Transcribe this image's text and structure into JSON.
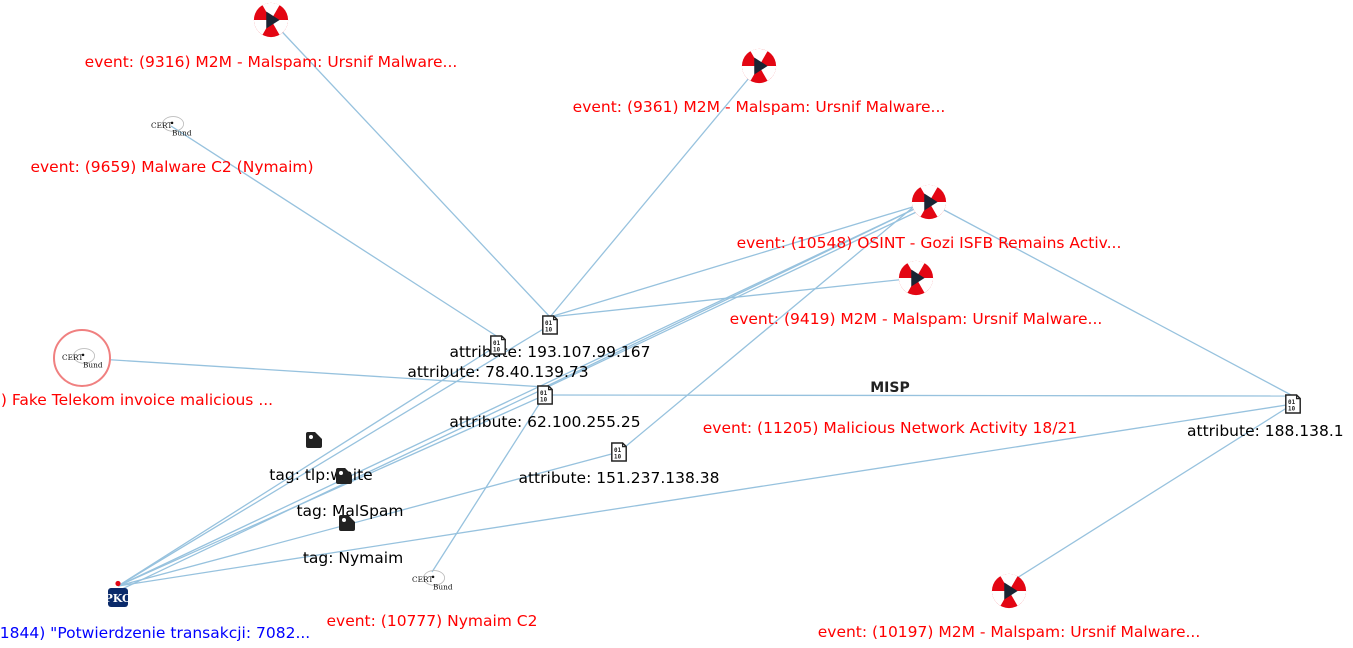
{
  "graph": {
    "colors": {
      "edge": "#97c2de",
      "event_label": "#ff0000",
      "attribute_label": "#000000",
      "tag_label": "#000000",
      "org_label": "#0000ff",
      "selection_ring": "#f08080"
    },
    "nodes": [
      {
        "id": "ev9316",
        "kind": "event",
        "icon": "malware-event-icon",
        "label": "event: (9316) M2M - Malspam: Ursnif Malware..."
      },
      {
        "id": "ev9361",
        "kind": "event",
        "icon": "malware-event-icon",
        "label": "event: (9361) M2M - Malspam: Ursnif Malware..."
      },
      {
        "id": "ev9659",
        "kind": "event",
        "icon": "cert-bund-logo-icon",
        "label": "event: (9659) Malware C2 (Nymaim)"
      },
      {
        "id": "ev10548",
        "kind": "event",
        "icon": "malware-event-icon",
        "label": "event: (10548) OSINT - Gozi ISFB Remains Activ..."
      },
      {
        "id": "ev9419",
        "kind": "event",
        "icon": "malware-event-icon",
        "label": "event: (9419) M2M - Malspam: Ursnif Malware..."
      },
      {
        "id": "evtelekom",
        "kind": "event",
        "icon": "cert-bund-logo-icon",
        "selected": true,
        "label": ") Fake Telekom invoice malicious ..."
      },
      {
        "id": "ev11205",
        "kind": "event",
        "icon": "misp-logo-icon",
        "icon_text": "MISP",
        "label": "event: (11205) Malicious Network Activity 18/21"
      },
      {
        "id": "ev10777",
        "kind": "event",
        "icon": "cert-bund-logo-icon",
        "label": "event: (10777) Nymaim C2"
      },
      {
        "id": "ev10197",
        "kind": "event",
        "icon": "malware-event-icon",
        "label": "event: (10197) M2M - Malspam: Ursnif Malware..."
      },
      {
        "id": "attr193",
        "kind": "attribute",
        "icon": "binary-file-icon",
        "label": "attribute: 193.107.99.167"
      },
      {
        "id": "attr78",
        "kind": "attribute",
        "icon": "binary-file-icon",
        "label": "attribute: 78.40.139.73"
      },
      {
        "id": "attr62",
        "kind": "attribute",
        "icon": "binary-file-icon",
        "label": "attribute: 62.100.255.25"
      },
      {
        "id": "attr151",
        "kind": "attribute",
        "icon": "binary-file-icon",
        "label": "attribute: 151.237.138.38"
      },
      {
        "id": "attr188",
        "kind": "attribute",
        "icon": "binary-file-icon",
        "label": "attribute: 188.138.1"
      },
      {
        "id": "tagtlp",
        "kind": "tag",
        "icon": "tag-icon",
        "label": "tag: tlp:white"
      },
      {
        "id": "tagmal",
        "kind": "tag",
        "icon": "tag-icon",
        "label": "tag: MalSpam"
      },
      {
        "id": "tagnym",
        "kind": "tag",
        "icon": "tag-icon",
        "label": "tag: Nymaim"
      },
      {
        "id": "orgpko",
        "kind": "org",
        "icon": "pko-bank-logo-icon",
        "label": "1844) \"Potwierdzenie transakcji: 7082..."
      }
    ]
  }
}
